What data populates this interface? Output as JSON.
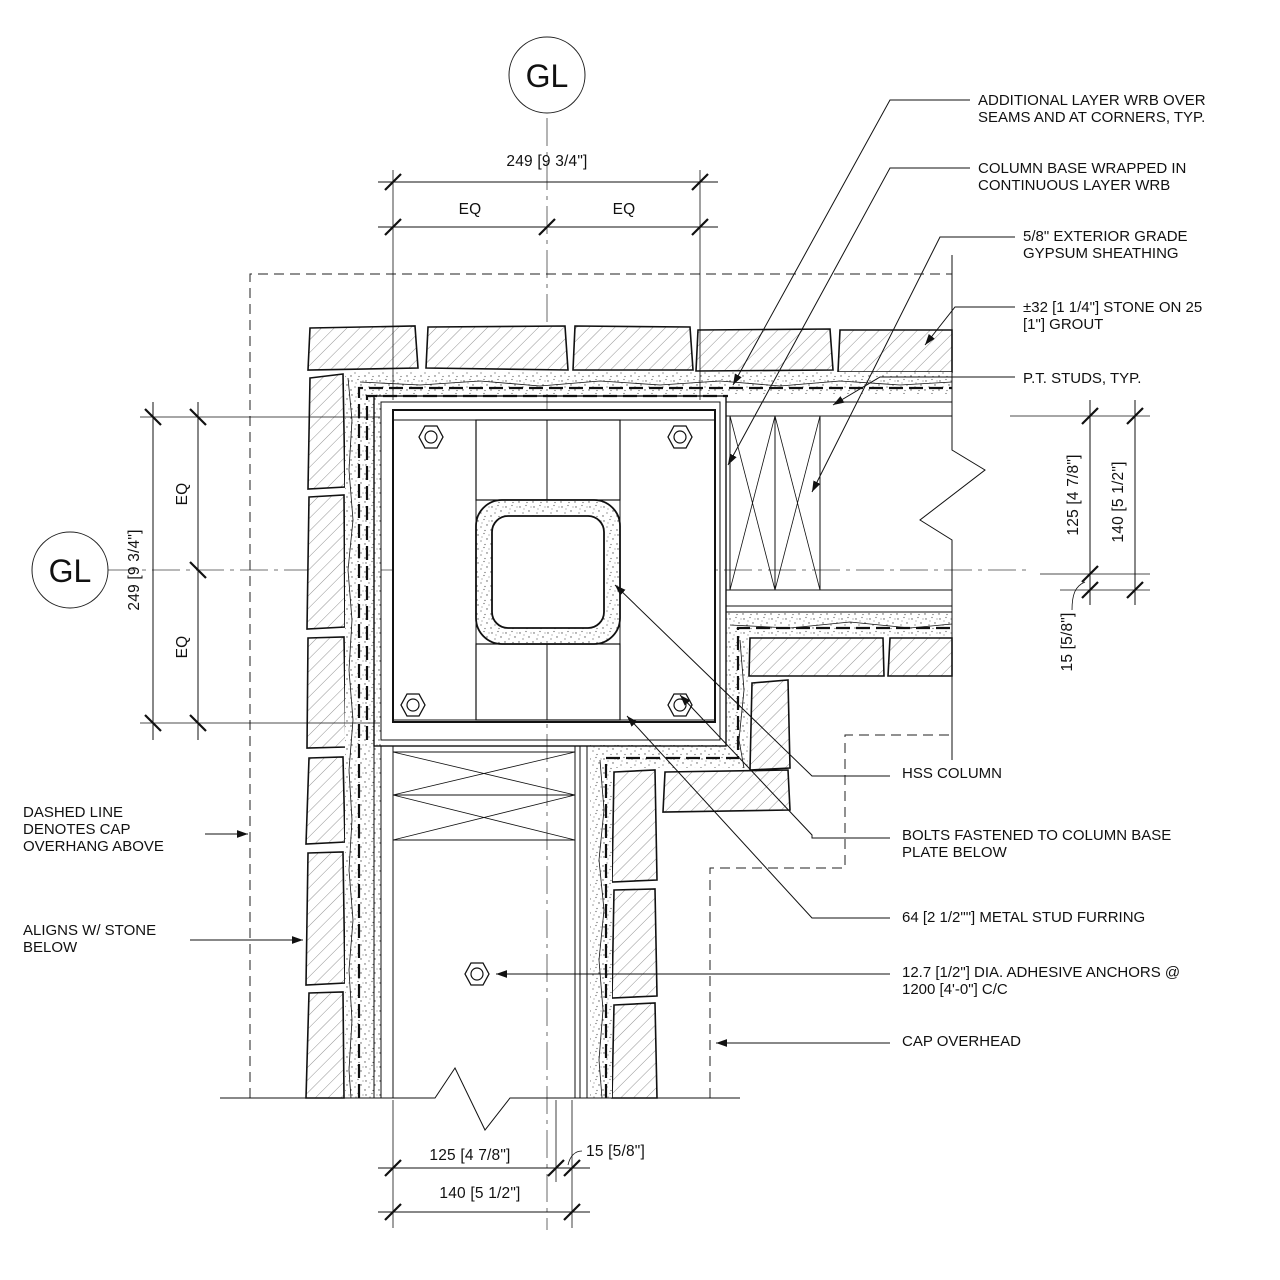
{
  "grid": {
    "top_bubble": "GL",
    "left_bubble": "GL"
  },
  "dimensions": {
    "top_overall": "249 [9 3/4\"]",
    "top_eq_left": "EQ",
    "top_eq_right": "EQ",
    "left_overall": "249 [9 3/4\"]",
    "left_eq_top": "EQ",
    "left_eq_bottom": "EQ",
    "right_inner": "125 [4 7/8\"]",
    "right_outer": "140 [5 1/2\"]",
    "right_gap": "15 [5/8\"]",
    "bottom_inner": "125 [4 7/8\"]",
    "bottom_gap": "15 [5/8\"]",
    "bottom_outer": "140 [5 1/2\"]"
  },
  "notes_right": [
    [
      "ADDITIONAL LAYER WRB OVER",
      "SEAMS AND AT CORNERS, TYP."
    ],
    [
      "COLUMN BASE WRAPPED IN",
      "CONTINUOUS LAYER WRB"
    ],
    [
      "5/8\" EXTERIOR GRADE",
      "GYPSUM SHEATHING"
    ],
    [
      "±32 [1 1/4\"] STONE ON 25",
      "[1\"] GROUT"
    ],
    [
      "P.T. STUDS, TYP."
    ],
    [
      "HSS COLUMN"
    ],
    [
      "BOLTS FASTENED TO COLUMN BASE",
      "PLATE BELOW"
    ],
    [
      "64 [2 1/2\"\"] METAL STUD FURRING"
    ],
    [
      "12.7 [1/2\"] DIA. ADHESIVE ANCHORS @",
      "1200 [4'-0\"] C/C"
    ],
    [
      "CAP OVERHEAD"
    ]
  ],
  "notes_left": [
    [
      "DASHED LINE",
      "DENOTES CAP",
      "OVERHANG ABOVE"
    ],
    [
      "ALIGNS W/ STONE",
      "BELOW"
    ]
  ]
}
